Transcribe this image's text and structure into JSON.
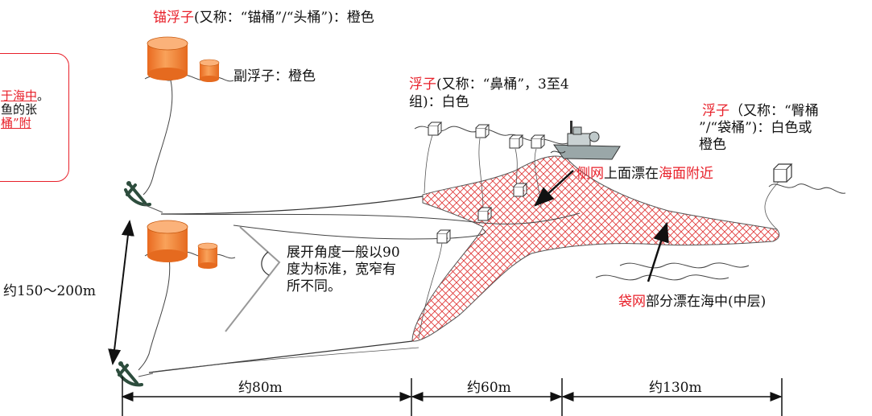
{
  "callout": {
    "line1_red": "于海中",
    "line1_rest": "。",
    "line2": "鱼的张",
    "line3_red": "桶”附"
  },
  "anchor_float": {
    "name": "锚浮子",
    "desc": "(又称：“锚桶”/“头桶”)：橙色"
  },
  "sub_float": {
    "label": "副浮子：橙色"
  },
  "nose_float": {
    "name": "浮子",
    "desc_line1": "(又称：“鼻桶”，3至4",
    "desc_line2": "组)：白色"
  },
  "arm_float": {
    "name": "浮子",
    "desc_line1": "（又称：“臀桶",
    "desc_line2": "”/“袋桶”)：白色或",
    "desc_line3": "橙色"
  },
  "side_net": {
    "name": "侧网",
    "mid": "上面漂在",
    "where": "海面附近"
  },
  "bag_net": {
    "name": "袋网",
    "rest": "部分漂在海中(中层)"
  },
  "angle_note": {
    "line1": "展开角度一般以90",
    "line2": "度为标准，宽窄有",
    "line3": "所不同。"
  },
  "dimensions": {
    "spacing": "约150～200m",
    "seg1": "约80m",
    "seg2": "约60m",
    "seg3": "约130m"
  },
  "colors": {
    "accent_red": "#e8202a",
    "float_orange": "#f5883c",
    "net_hatch": "#e03a3a"
  }
}
